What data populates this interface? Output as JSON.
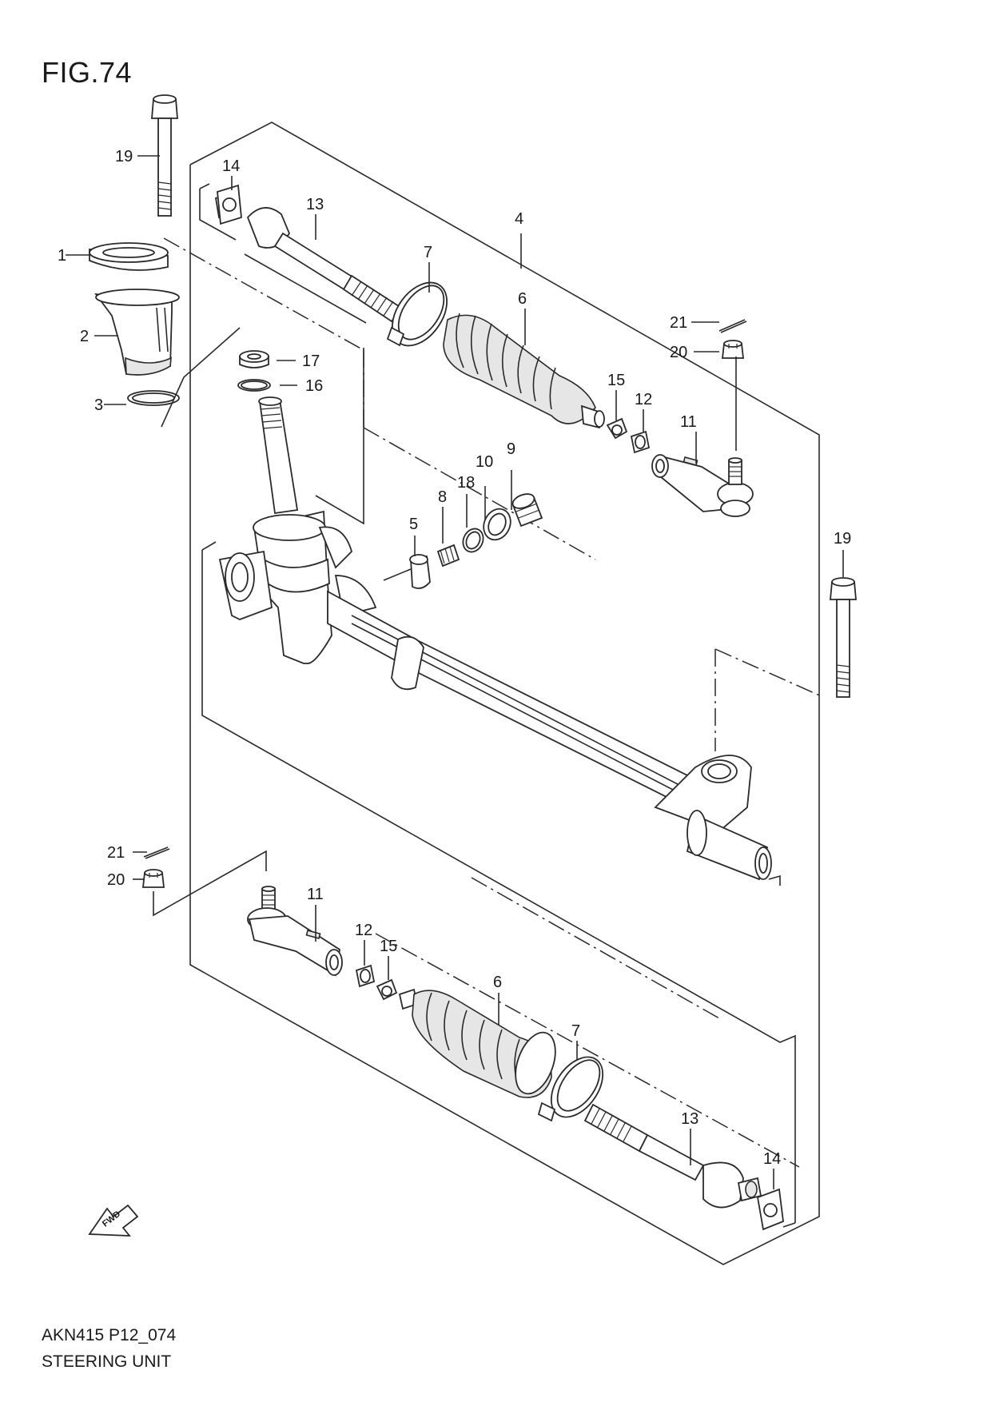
{
  "figure": {
    "title": "FIG.74",
    "code": "AKN415 P12_074",
    "name": "STEERING UNIT",
    "direction_label": "FWD"
  },
  "callouts": {
    "c1": "1",
    "c2": "2",
    "c3": "3",
    "c4": "4",
    "c5": "5",
    "c6_upper": "6",
    "c6_lower": "6",
    "c7_upper": "7",
    "c7_lower": "7",
    "c8": "8",
    "c9": "9",
    "c10": "10",
    "c11_upper": "11",
    "c11_lower": "11",
    "c12_upper": "12",
    "c12_lower": "12",
    "c13_upper": "13",
    "c13_lower": "13",
    "c14_upper": "14",
    "c14_lower": "14",
    "c15_upper": "15",
    "c15_lower": "15",
    "c16": "16",
    "c17": "17",
    "c18": "18",
    "c19_left": "19",
    "c19_right": "19",
    "c20_upper": "20",
    "c20_lower": "20",
    "c21_upper": "21",
    "c21_lower": "21"
  }
}
